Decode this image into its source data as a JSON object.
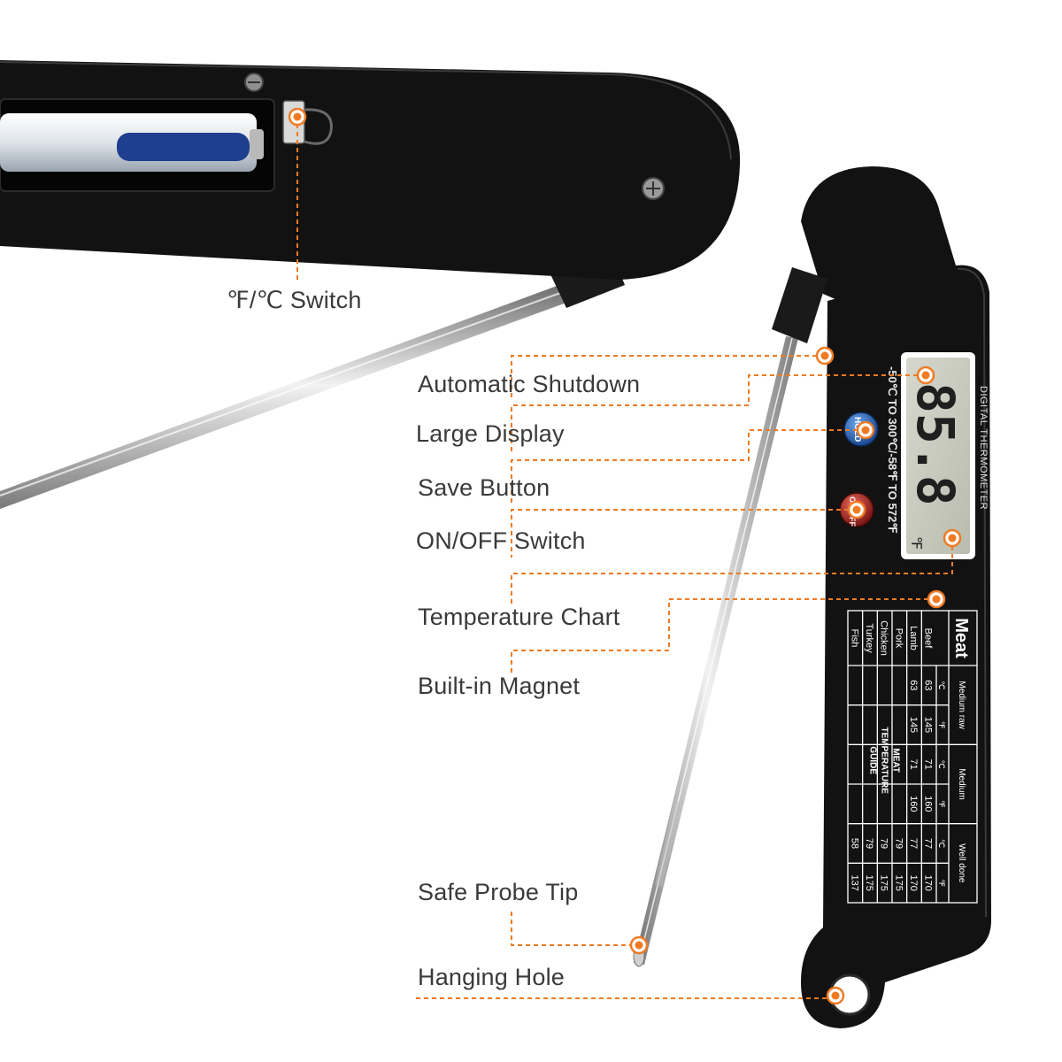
{
  "callouts": {
    "unit_switch": "℉/℃ Switch",
    "auto_shutdown": "Automatic Shutdown",
    "large_display": "Large Display",
    "save_button": "Save Button",
    "power_switch": "ON/OFF Switch",
    "temp_chart": "Temperature Chart",
    "magnet": "Built-in Magnet",
    "probe_tip": "Safe Probe Tip",
    "hanging_hole": "Hanging Hole"
  },
  "device": {
    "brand_text": "DIGITAL THERMOMETER",
    "range_text": "-50℃ TO 300℃/-58℉ TO 572℉",
    "reading": "85.8",
    "unit": "℉",
    "hold_label": "HOLD",
    "power_label": "ON OFF"
  },
  "chart_data": {
    "type": "table",
    "title": "Meat",
    "columns": [
      "Medium raw",
      "Medium",
      "Well done"
    ],
    "subcolumns": [
      "℃",
      "℉"
    ],
    "rows": [
      {
        "meat": "Beef",
        "values": [
          "63",
          "145",
          "71",
          "160",
          "77",
          "170"
        ]
      },
      {
        "meat": "Lamb",
        "values": [
          "63",
          "145",
          "71",
          "160",
          "77",
          "170"
        ]
      },
      {
        "meat": "Pork",
        "values": [
          "",
          "",
          "",
          "",
          "79",
          "175"
        ]
      },
      {
        "meat": "Chicken",
        "values": [
          "",
          "",
          "",
          "",
          "79",
          "175"
        ]
      },
      {
        "meat": "Turkey",
        "values": [
          "",
          "",
          "",
          "",
          "79",
          "175"
        ]
      },
      {
        "meat": "Fish",
        "values": [
          "",
          "",
          "",
          "",
          "58",
          "137"
        ]
      }
    ],
    "guide_lines": [
      "MEAT",
      "TEMPERATURE",
      "GUIDE"
    ]
  },
  "colors": {
    "accent": "#f07a22",
    "body": "#111111",
    "lcd": "#c9ccbf",
    "hold_button": "#1d5fb3",
    "power_button": "#b31d1d"
  }
}
